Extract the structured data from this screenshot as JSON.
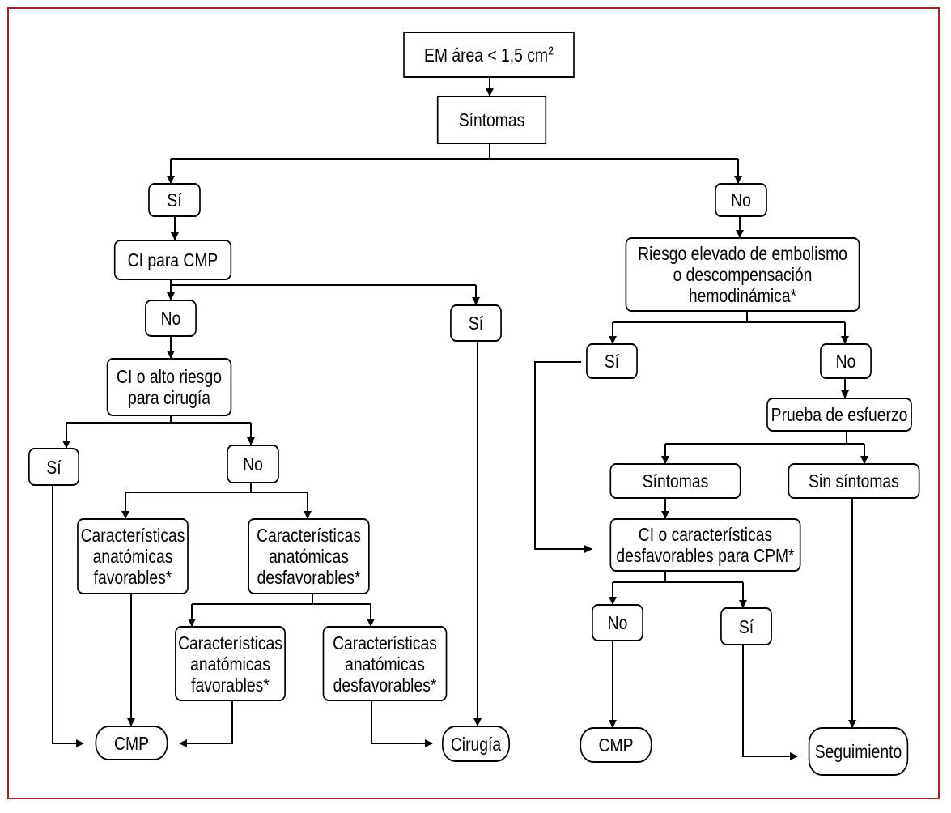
{
  "colors": {
    "frame": "#a0262e",
    "line": "#000000"
  },
  "nodes": {
    "em_area": {
      "text": "EM área < 1,5 cm",
      "sup": "2"
    },
    "sintomas_top": "Síntomas",
    "si_left": "Sí",
    "no_right": "No",
    "ci_cmp": "CI para CMP",
    "riesgo": "Riesgo elevado de embolismo\no descompensación\nhemodinámica*",
    "no_left2": "No",
    "si_cir": "Sí",
    "si_riesgo": "Sí",
    "no_riesgo": "No",
    "ci_alto": "CI o alto riesgo\npara cirugía",
    "prueba": "Prueba de esfuerzo",
    "si_ci": "Sí",
    "no_ci": "No",
    "sintomas_pe": "Síntomas",
    "sin_sintomas": "Sin síntomas",
    "car_fav1": "Características\nanatómicas\nfavorables*",
    "car_desf1": "Características\nanatómicas\ndesfavorables*",
    "ci_car": "CI o características\ndesfavorables para CPM*",
    "car_fav2": "Características\nanatómicas\nfavorables*",
    "car_desf2": "Características\nanatómicas\ndesfavorables*",
    "no_cpm": "No",
    "si_cpm": "Sí",
    "cmp1": "CMP",
    "cirugia": "Cirugía",
    "cmp2": "CMP",
    "seguimiento": "Seguimiento"
  }
}
